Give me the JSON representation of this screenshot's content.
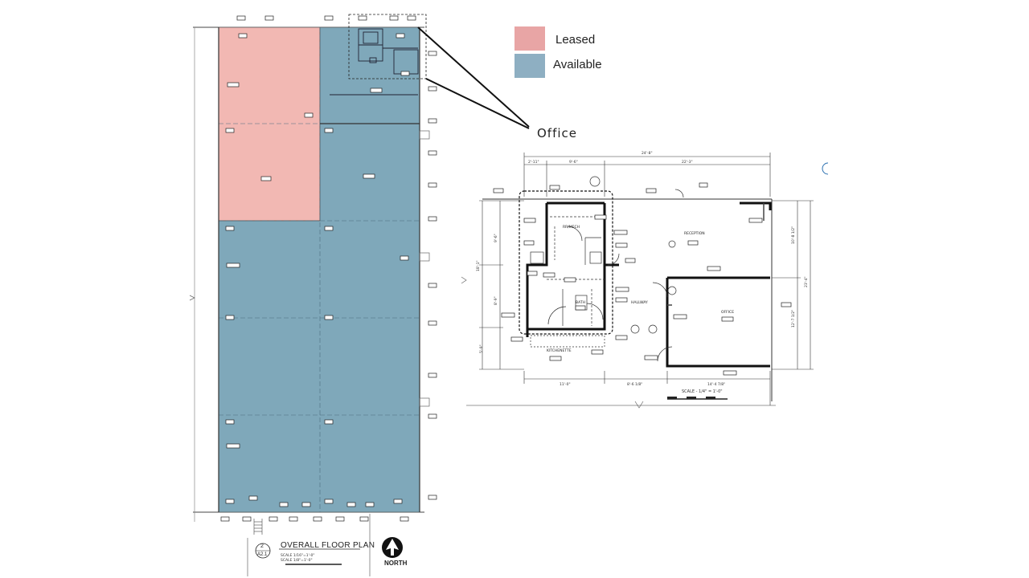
{
  "legend": {
    "items": [
      {
        "label": "Leased",
        "color": "#e8a5a5"
      },
      {
        "label": "Available",
        "color": "#8eafc2"
      }
    ]
  },
  "callout": {
    "label": "Office"
  },
  "overall_plan": {
    "title": "OVERALL FLOOR PLAN",
    "sheet_number": "2",
    "sheet_ref": "A2.1",
    "north_label": "NORTH",
    "leased_color": "#f2b8b3",
    "available_color": "#7fa8ba"
  },
  "office_plan": {
    "rooms": [
      "RECEPTION",
      "OFFICE",
      "HALLWAY",
      "KITCHENETTE",
      "BATH",
      "RR/MECH"
    ],
    "scale_note": "SCALE - 1/4\" = 1'-0\"",
    "dims_top": [
      "24'-8\"",
      "2'-11\"",
      "9'-6\"",
      "22'-3\""
    ],
    "dims_bottom": [
      "11'-0\"",
      "8'-6 1/8\"",
      "14'-4 7/8\""
    ],
    "dims_left": [
      "9'-6\"",
      "18'-1\"",
      "8'-9\"",
      "5'-9\""
    ],
    "dims_right": [
      "10'-8 1/2\"",
      "23'-4\"",
      "12'-7 1/2\""
    ]
  }
}
